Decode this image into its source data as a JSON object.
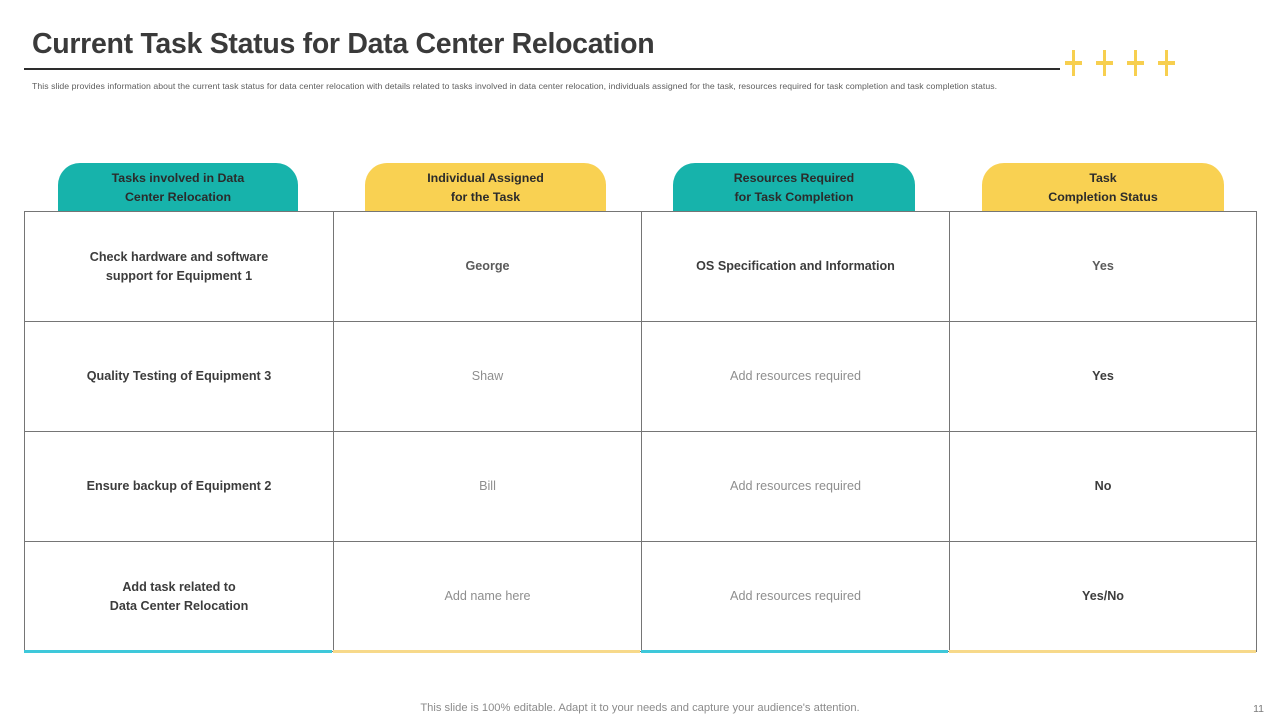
{
  "header": {
    "title": "Current Task Status for Data Center Relocation",
    "subtitle": "This slide provides information about the current task status for data center relocation with details related to tasks involved in data center relocation, individuals assigned for the task, resources required for task completion and task completion status.",
    "decorations": {
      "plus_icons": [
        "plus-icon",
        "plus-icon",
        "plus-icon",
        "plus-icon"
      ],
      "plus_color": "#f7cf4f",
      "rule_color": "#2d2d2d"
    }
  },
  "table": {
    "columns": [
      {
        "label": "Tasks involved in Data\nCenter Relocation",
        "line1": "Tasks involved in Data",
        "line2": "Center Relocation",
        "color": "#17b3ab",
        "accent": "#3ec8da"
      },
      {
        "label": "Individual Assigned\nfor the Task",
        "line1": "Individual Assigned",
        "line2": "for the Task",
        "color": "#f9d152",
        "accent": "#f7d98a"
      },
      {
        "label": "Resources Required\nfor Task Completion",
        "line1": "Resources Required",
        "line2": "for Task Completion",
        "color": "#17b3ab",
        "accent": "#3ec8da"
      },
      {
        "label": "Task\nCompletion Status",
        "line1": "Task",
        "line2": "Completion Status",
        "color": "#f9d152",
        "accent": "#f7d98a"
      }
    ],
    "rows": [
      {
        "task_line1": "Check hardware and software",
        "task_line2": "support for Equipment 1",
        "individual": "George",
        "resources": "OS Specification and Information",
        "status": "Yes"
      },
      {
        "task_line1": "Quality Testing of Equipment 3",
        "task_line2": "",
        "individual": "Shaw",
        "resources": "Add resources required",
        "status": "Yes"
      },
      {
        "task_line1": "Ensure backup of Equipment 2",
        "task_line2": "",
        "individual": "Bill",
        "resources": "Add resources required",
        "status": "No"
      },
      {
        "task_line1": "Add task related to",
        "task_line2": "Data Center Relocation",
        "individual": "Add name here",
        "resources": "Add resources required",
        "status": "Yes/No"
      }
    ]
  },
  "footer": {
    "note": "This slide is 100% editable. Adapt it to your needs and capture your audience's attention.",
    "page_number": "11"
  }
}
